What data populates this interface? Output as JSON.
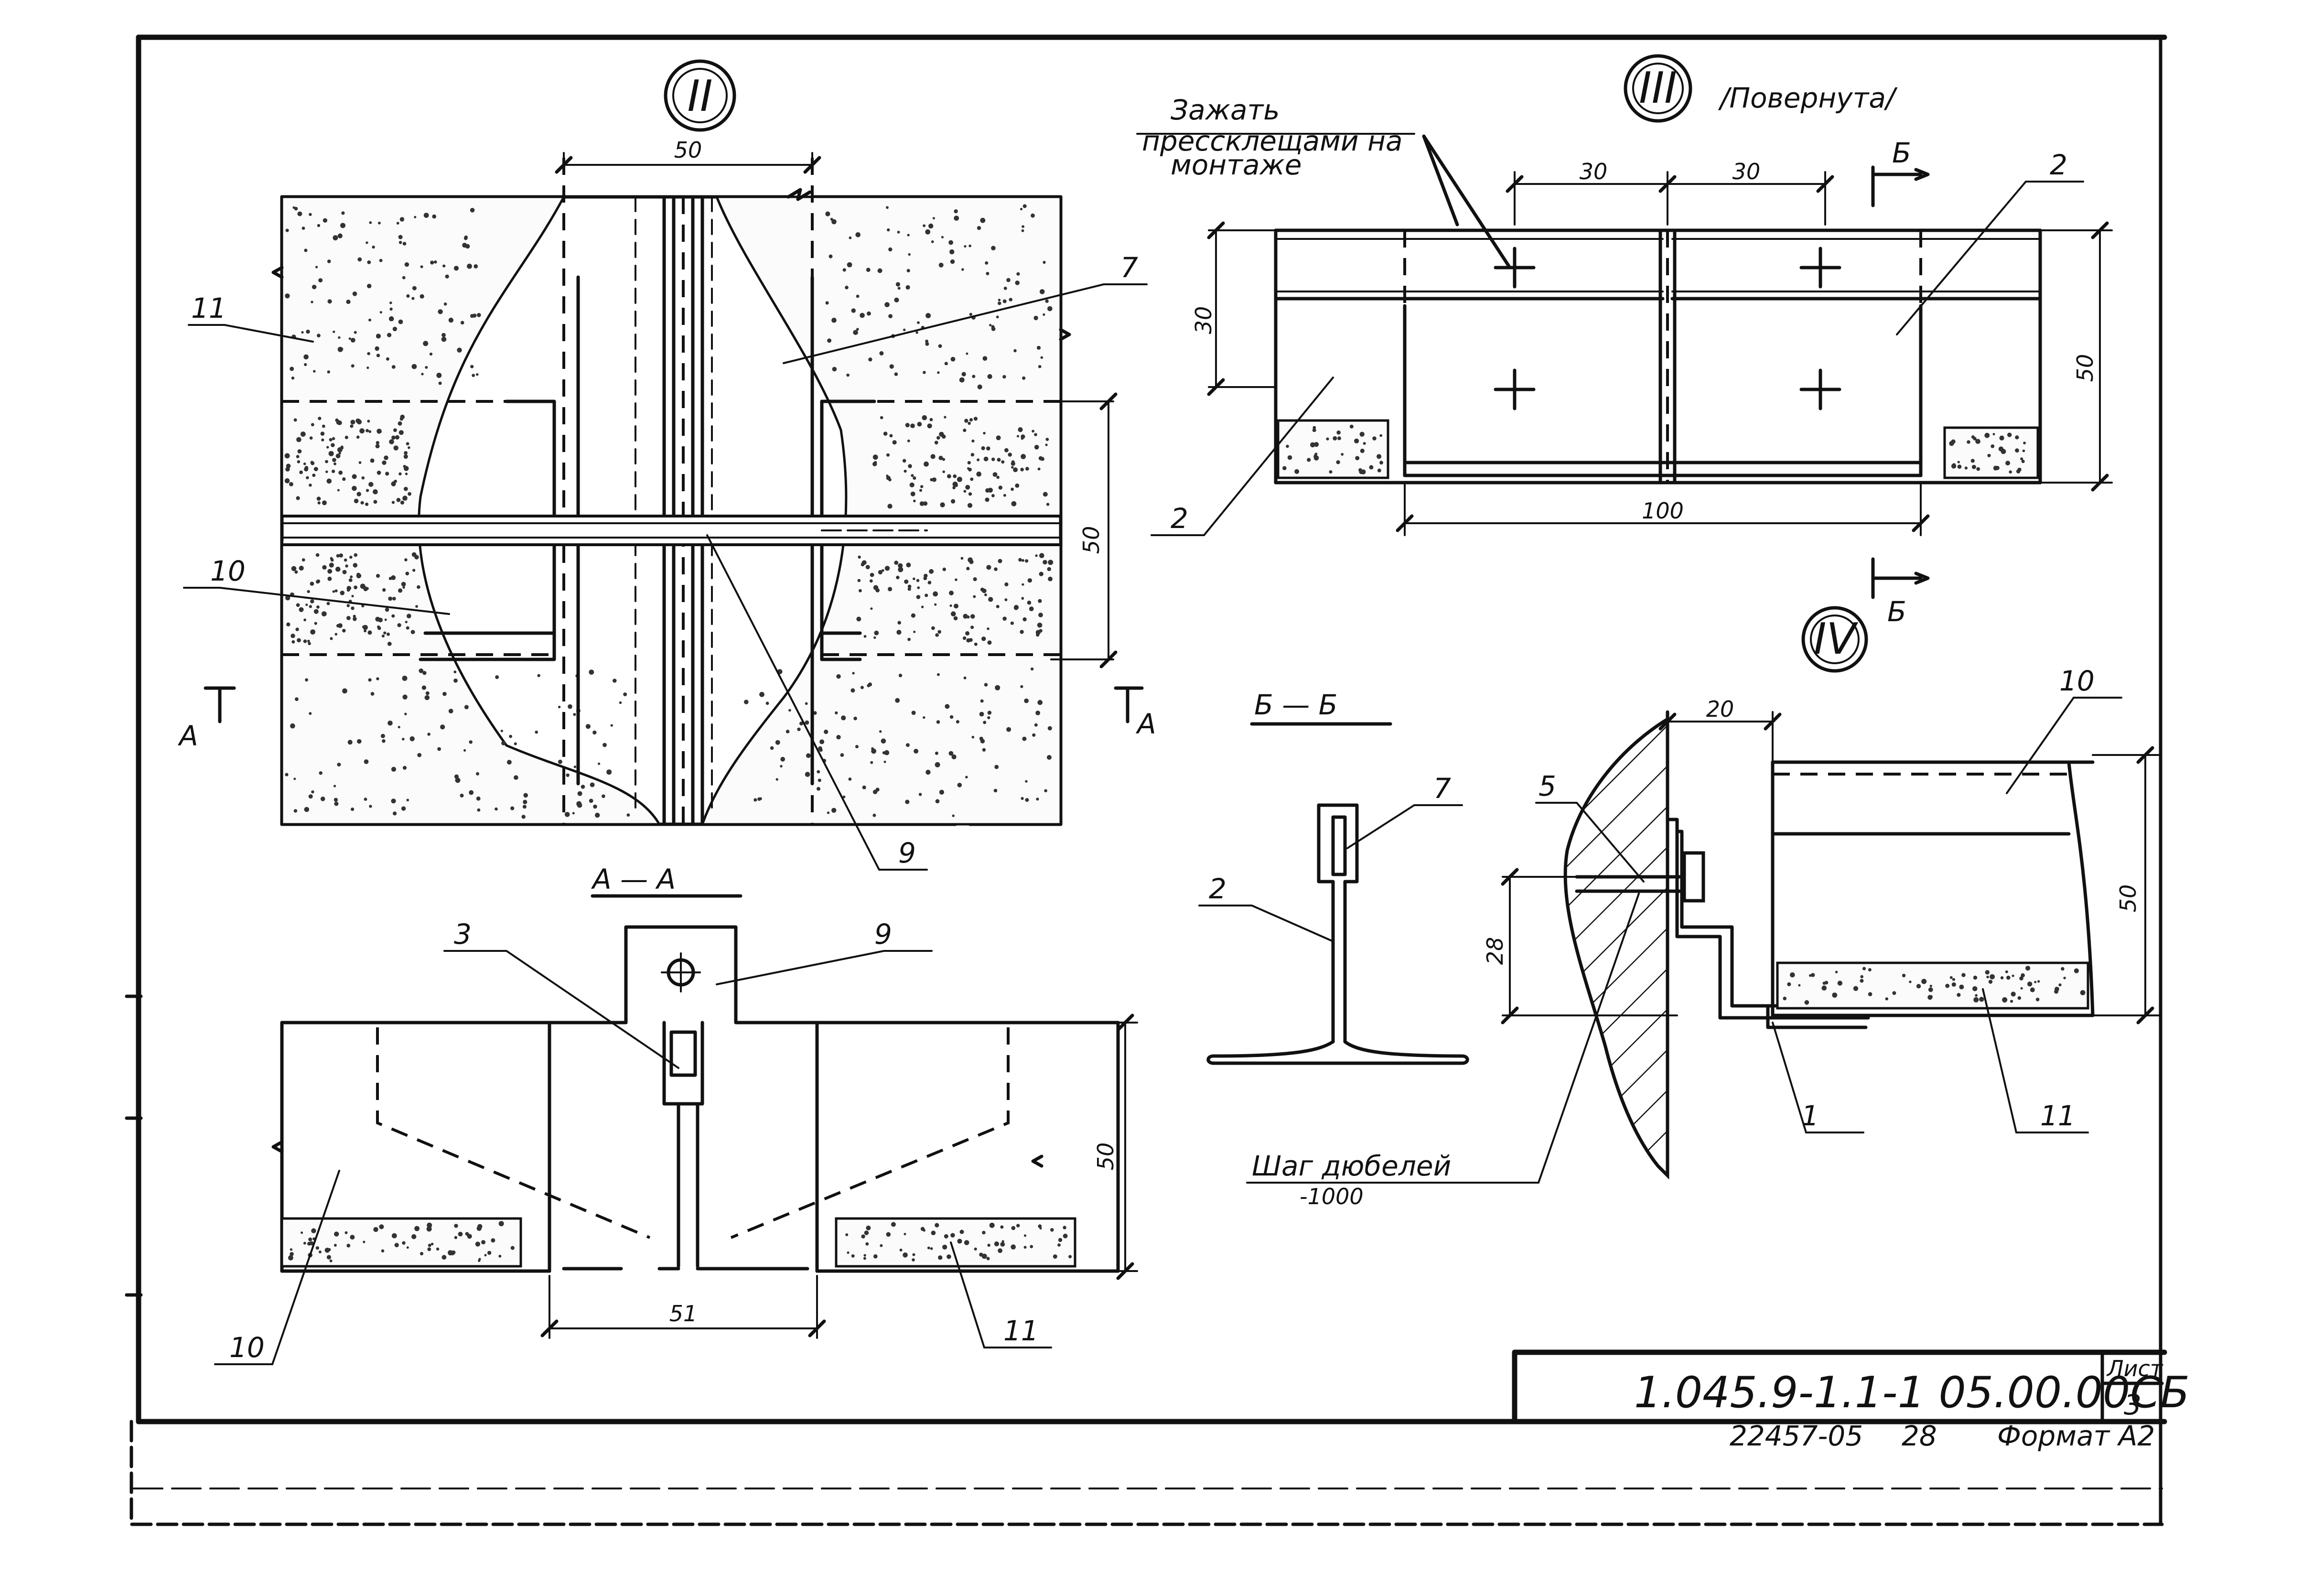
{
  "views": {
    "II": {
      "roman": "II",
      "dims": [
        "50",
        "50"
      ],
      "leaders": [
        "11",
        "10",
        "7",
        "9"
      ],
      "section_marks": [
        "А",
        "А"
      ]
    },
    "AA": {
      "title": "А — А",
      "dims": [
        "51",
        "50"
      ],
      "leaders": [
        "3",
        "9",
        "10",
        "11"
      ]
    },
    "III": {
      "roman": "III",
      "note": "/Повернута/",
      "clamp_note": [
        "Зажать",
        "прессклещами на",
        "монтаже"
      ],
      "dims": [
        "30",
        "30",
        "30",
        "50",
        "100"
      ],
      "leaders": [
        "2",
        "2"
      ],
      "section_marks": [
        "Б",
        "Б"
      ]
    },
    "BB": {
      "title": "Б — Б",
      "leaders": [
        "7",
        "2"
      ]
    },
    "IV": {
      "roman": "IV",
      "dims": [
        "20",
        "28",
        "50"
      ],
      "leaders": [
        "5",
        "10",
        "1",
        "11"
      ],
      "dowel_note": [
        "Шаг дюбелей",
        "-1000"
      ]
    }
  },
  "title_block": {
    "code": "1.045.9-1.1-1 05.00.00СБ",
    "sheet_label": "Лист",
    "sheet_number": "3",
    "archive": "22457-05",
    "page": "28",
    "format": "Формат А2"
  }
}
